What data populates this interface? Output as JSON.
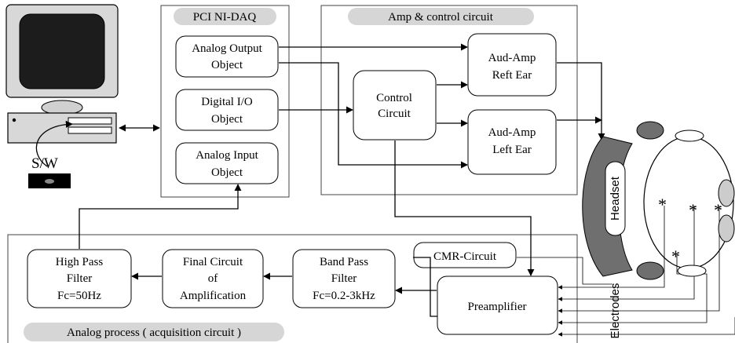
{
  "panels": {
    "daq_title": "PCI NI-DAQ",
    "amp_title": "Amp & control circuit",
    "analog_title": "Analog process ( acquisition circuit )"
  },
  "daq": {
    "ao_line1": "Analog Output",
    "ao_line2": "Object",
    "dio_line1": "Digital I/O",
    "dio_line2": "Object",
    "ai_line1": "Analog Input",
    "ai_line2": "Object"
  },
  "amp": {
    "control_line1": "Control",
    "control_line2": "Circuit",
    "right_line1": "Aud-Amp",
    "right_line2": "Reft Ear",
    "left_line1": "Aud-Amp",
    "left_line2": "Left Ear"
  },
  "analog": {
    "hpf_line1": "High Pass",
    "hpf_line2": "Filter",
    "hpf_line3": "Fc=50Hz",
    "final_line1": "Final Circuit",
    "final_line2": "of",
    "final_line3": "Amplification",
    "bpf_line1": "Band Pass",
    "bpf_line2": "Filter",
    "bpf_line3": "Fc=0.2-3kHz",
    "cmr": "CMR-Circuit",
    "preamp": "Preamplifier"
  },
  "computer": {
    "software_label": "S/W"
  },
  "head": {
    "headset_label": "Headset",
    "electrodes_label": "Electrodes"
  }
}
